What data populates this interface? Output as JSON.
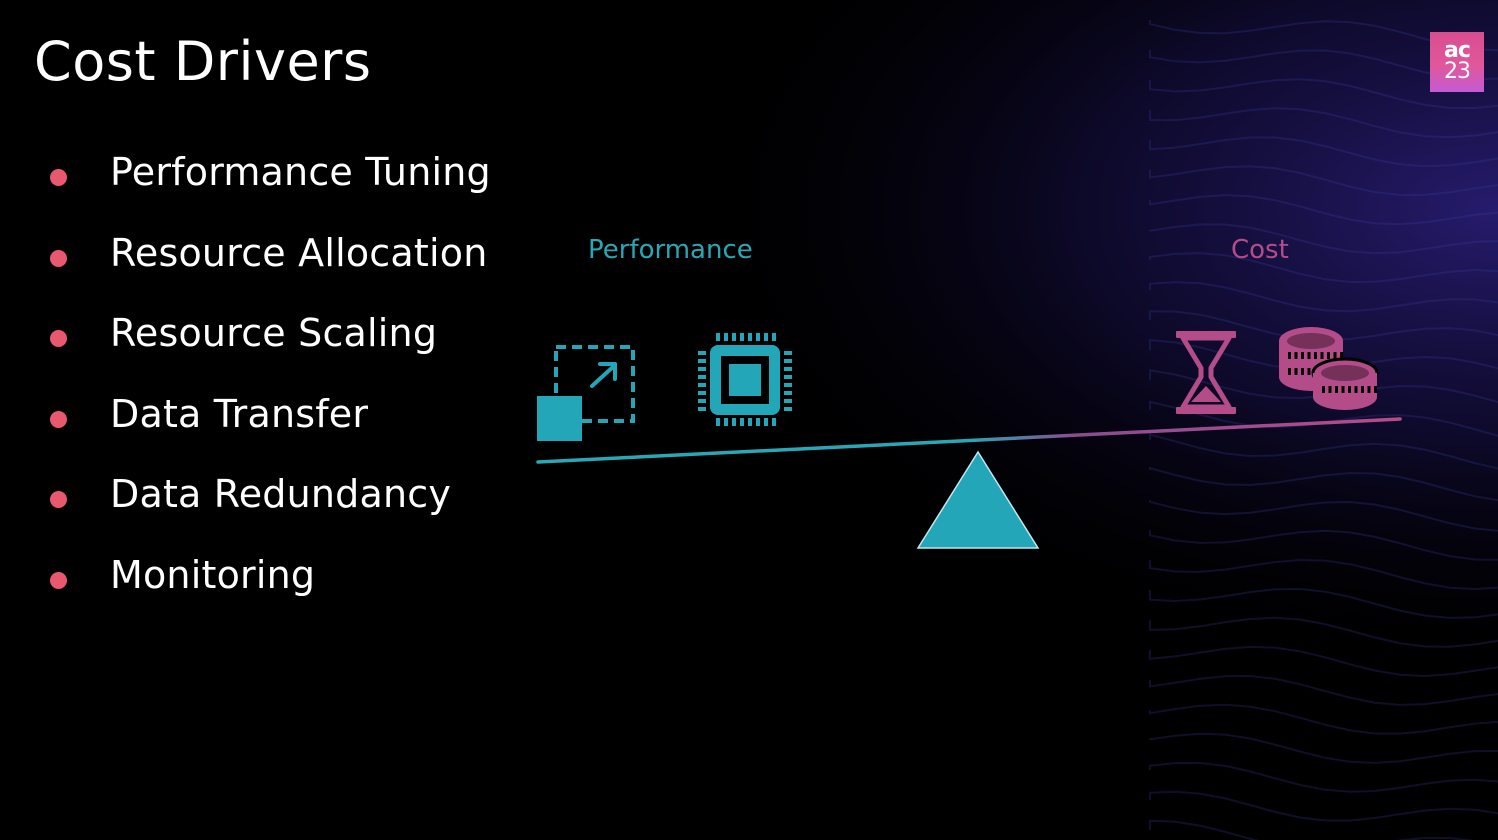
{
  "slide": {
    "title": "Cost Drivers",
    "logo": {
      "line1": "ac",
      "line2": "23"
    },
    "bullets": [
      "Performance Tuning",
      "Resource Allocation",
      "Resource Scaling",
      "Data Transfer",
      "Data Redundancy",
      "Monitoring"
    ]
  },
  "diagram": {
    "performance_label": "Performance",
    "cost_label": "Cost",
    "performance_icons": [
      "scale-up-icon",
      "cpu-chip-icon"
    ],
    "cost_icons": [
      "hourglass-icon",
      "coins-icon"
    ],
    "fulcrum_icon": "triangle-fulcrum-icon"
  },
  "colors": {
    "background": "#000000",
    "bullet": "#e8586e",
    "performance": "#2aa7b6",
    "cost": "#b44c8a",
    "logo_gradient": [
      "#d94d8f",
      "#c45bd4"
    ]
  }
}
